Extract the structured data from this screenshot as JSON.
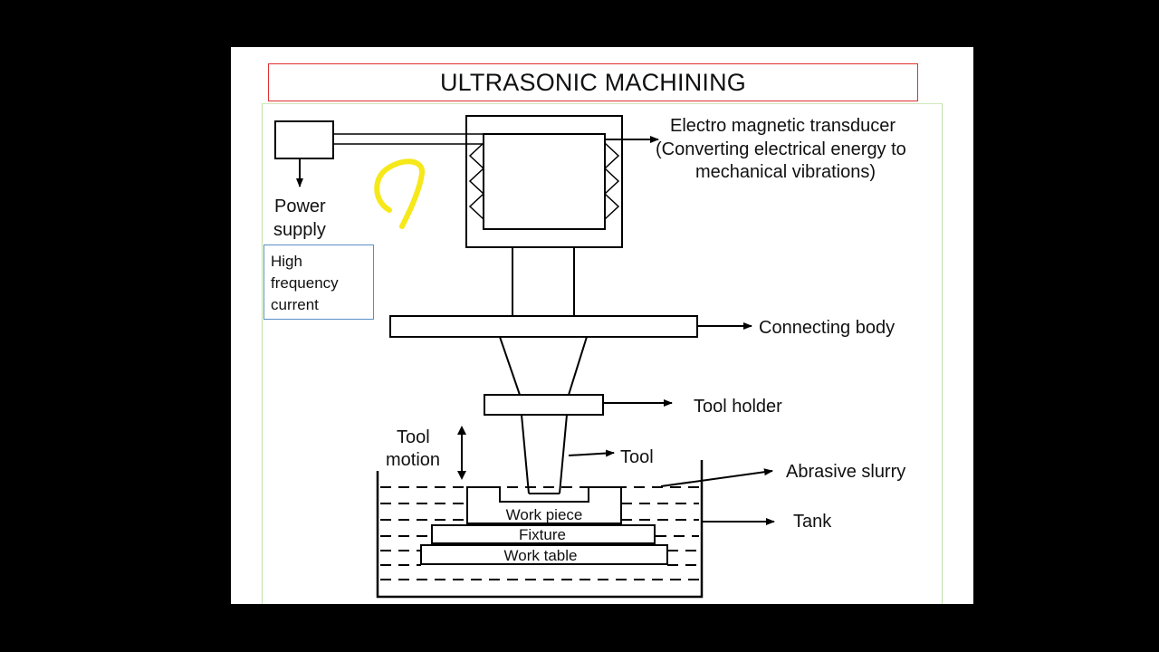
{
  "title": "ULTRASONIC MACHINING",
  "labels": {
    "transducer_line1": "Electro magnetic transducer",
    "transducer_line2": "(Converting electrical energy to",
    "transducer_line3": "mechanical vibrations)",
    "power_line1": "Power",
    "power_line2": "supply",
    "connecting_body": "Connecting body",
    "tool_holder": "Tool holder",
    "tool_motion_line1": "Tool",
    "tool_motion_line2": "motion",
    "tool": "Tool",
    "abrasive_slurry": "Abrasive slurry",
    "tank": "Tank",
    "work_piece": "Work piece",
    "fixture": "Fixture",
    "work_table": "Work table"
  },
  "note": {
    "line1": "High",
    "line2": "frequency",
    "line3": "current"
  },
  "colors": {
    "background": "#000000",
    "slide": "#ffffff",
    "title_border": "#e03030",
    "frame_border": "#bfe0a8",
    "note_border": "#5b8fc7",
    "annotation": "#f5e600"
  }
}
